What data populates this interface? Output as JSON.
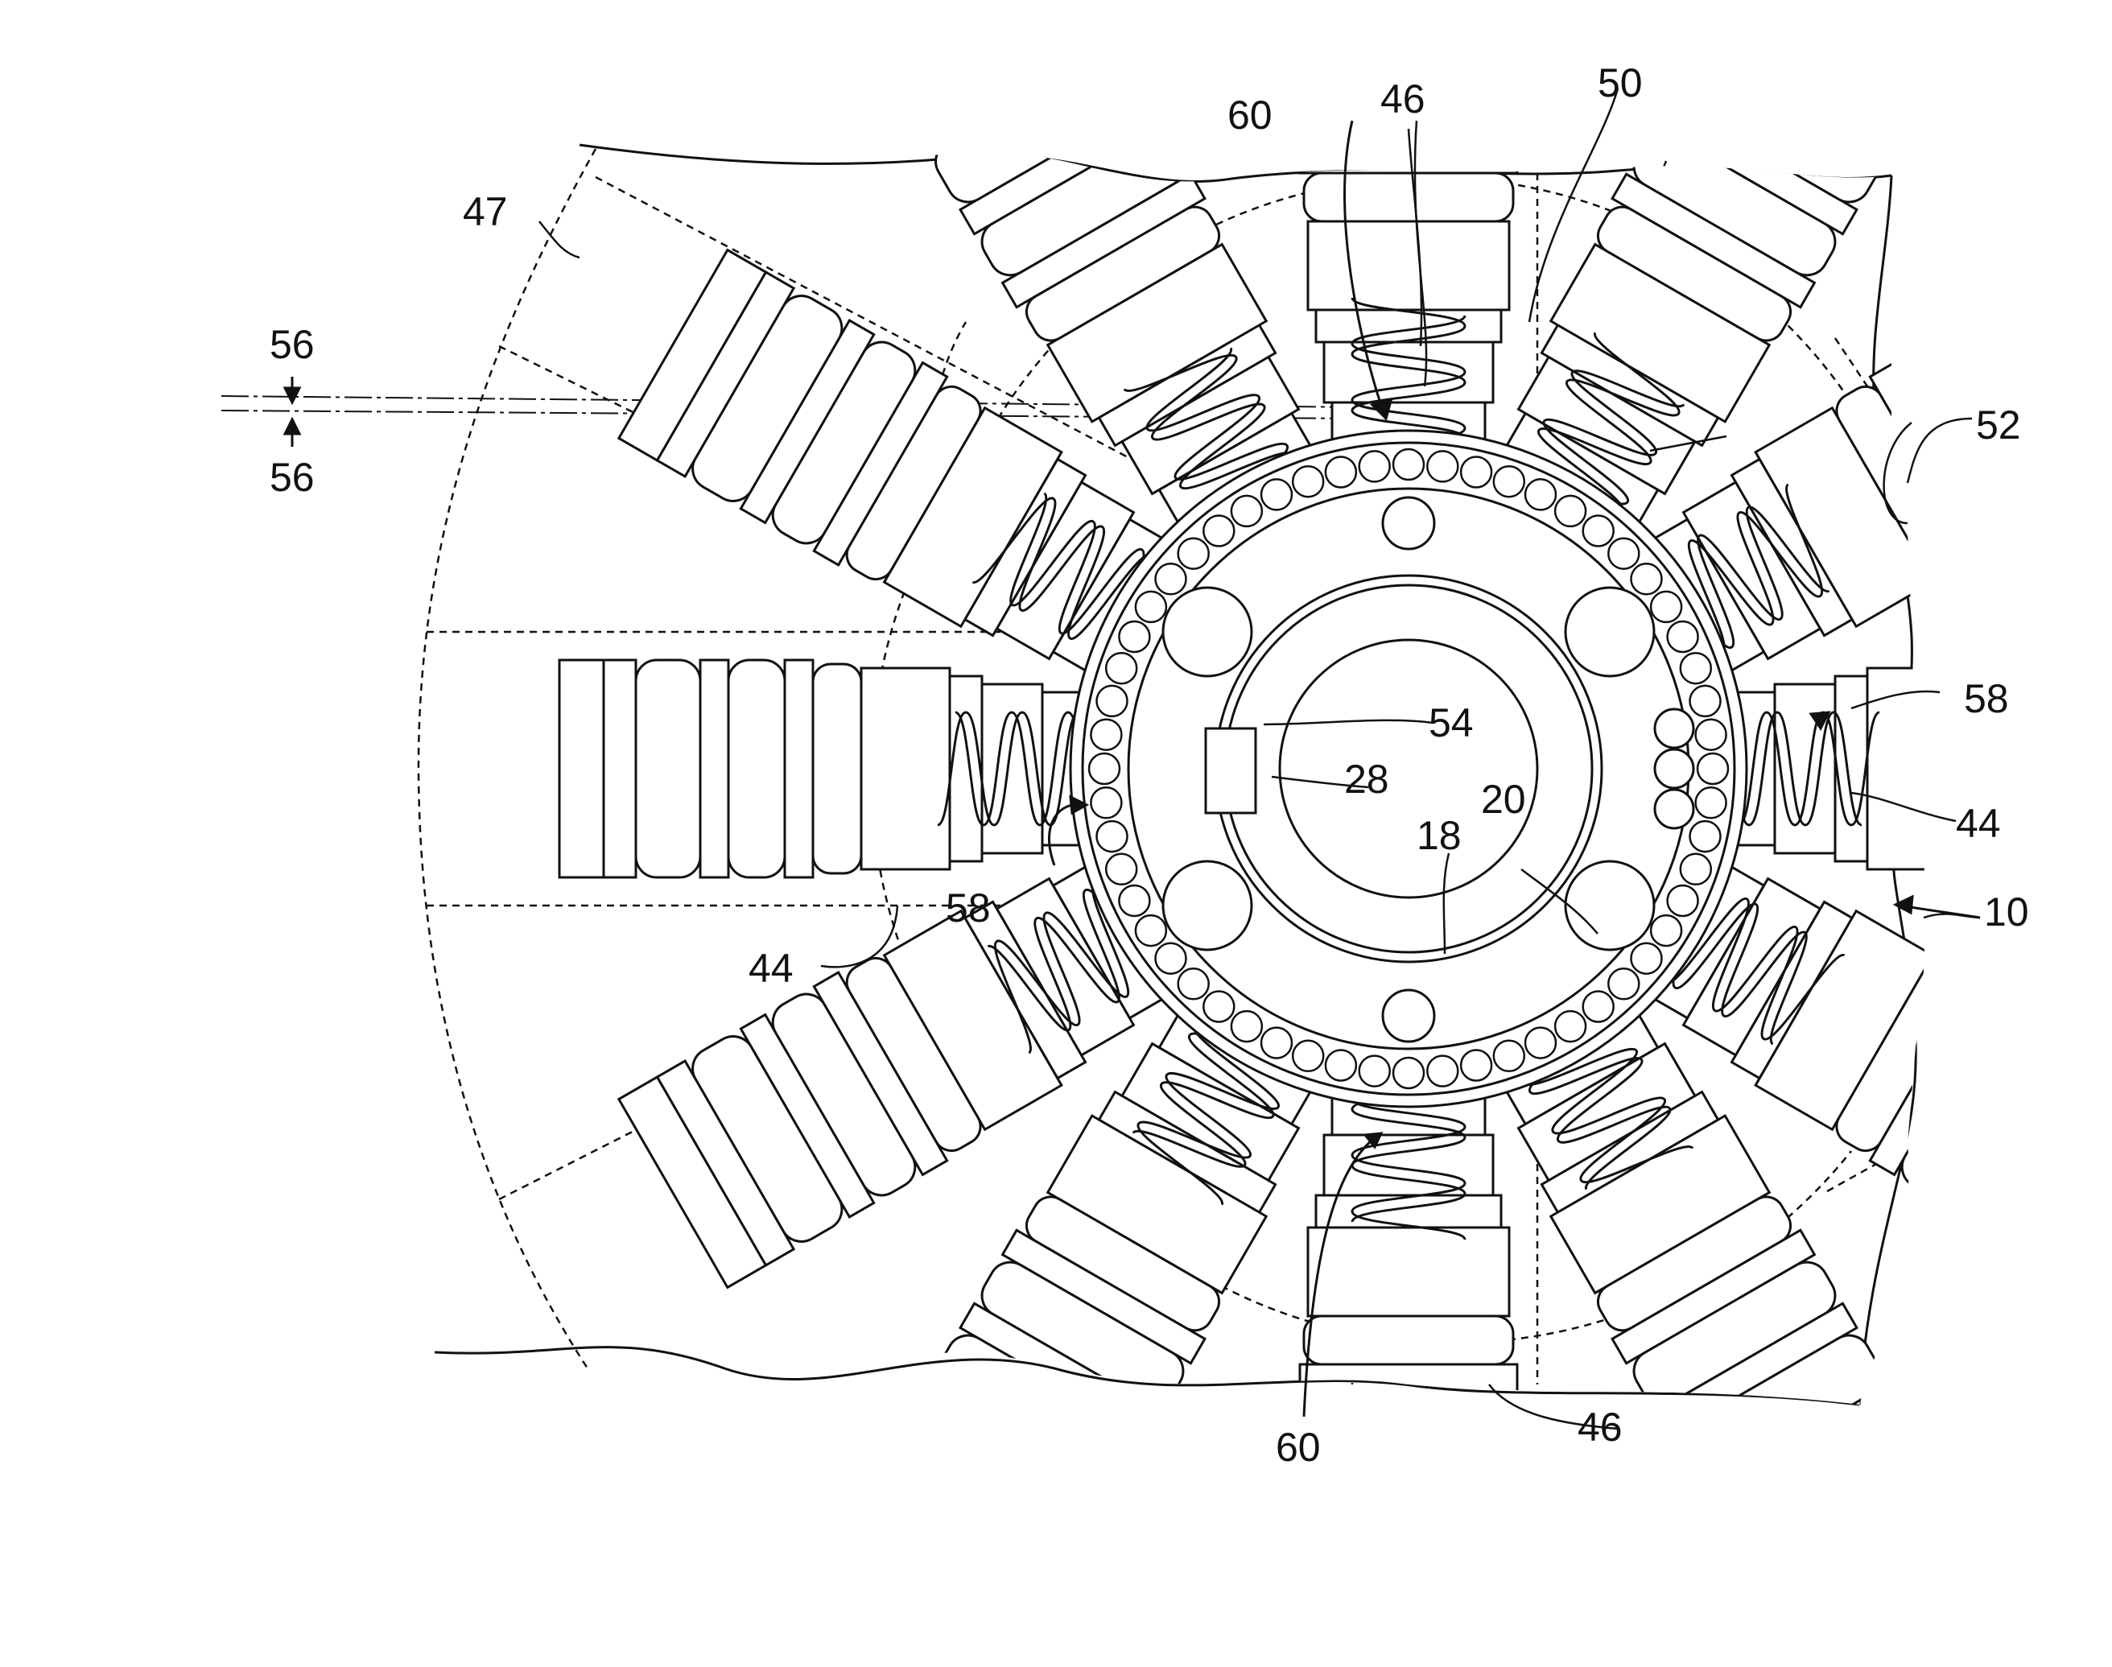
{
  "figure": {
    "line_color": "#111111",
    "background": "#ffffff",
    "reference_numerals": {
      "n10": "10",
      "n18": "18",
      "n20": "20",
      "n28": "28",
      "n44_left": "44",
      "n44_right": "44",
      "n46_top": "46",
      "n46_bottom": "46",
      "n47": "47",
      "n50": "50",
      "n52": "52",
      "n54": "54",
      "n56_top": "56",
      "n56_bottom": "56",
      "n58_left": "58",
      "n58_right": "58",
      "n60_top": "60",
      "n60_bottom": "60"
    }
  }
}
